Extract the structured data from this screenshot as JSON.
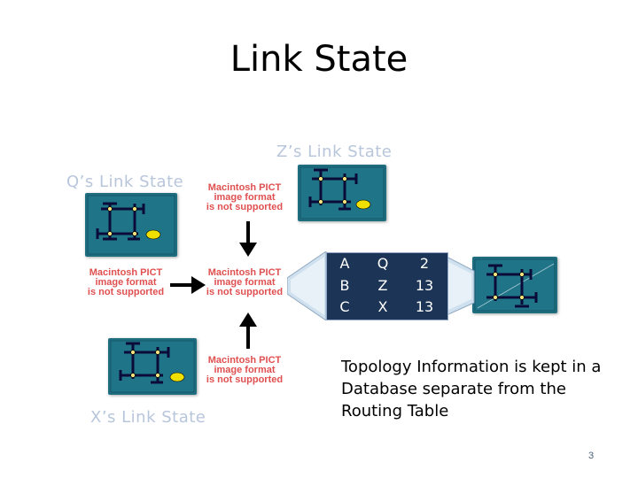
{
  "slide": {
    "title": "Link State",
    "labels": {
      "z": "Z’s Link State",
      "q": "Q’s Link State",
      "x": "X’s Link State"
    },
    "pict_notice": [
      "Macintosh PICT",
      "image format",
      "is not supported"
    ],
    "routing_table": [
      [
        "A",
        "Q",
        "2"
      ],
      [
        "B",
        "Z",
        "13"
      ],
      [
        "C",
        "X",
        "13"
      ]
    ],
    "topology_text": "Topology Information is kept in a Database separate from the Routing Table",
    "page_number": "3",
    "colors": {
      "tile_bg": "#1e6e80",
      "table_bg": "#1c3556",
      "pict_text": "#e05050",
      "faded_label": "#b8c6dc"
    }
  }
}
